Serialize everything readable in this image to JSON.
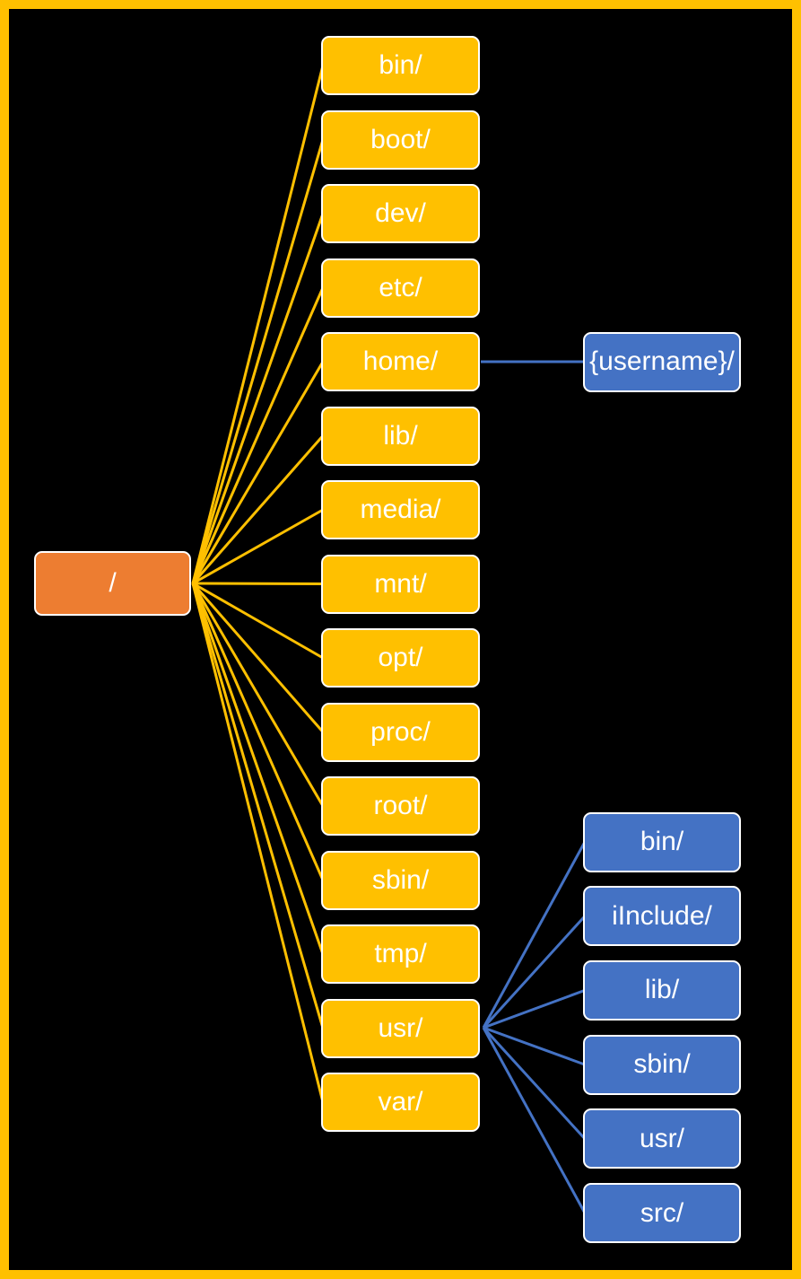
{
  "diagram": {
    "type": "tree",
    "description": "Linux filesystem hierarchy",
    "root": {
      "label": "/"
    },
    "root_children": [
      {
        "label": "bin/"
      },
      {
        "label": "boot/"
      },
      {
        "label": "dev/"
      },
      {
        "label": "etc/"
      },
      {
        "label": "home/"
      },
      {
        "label": "lib/"
      },
      {
        "label": "media/"
      },
      {
        "label": "mnt/"
      },
      {
        "label": "opt/"
      },
      {
        "label": "proc/"
      },
      {
        "label": "root/"
      },
      {
        "label": "sbin/"
      },
      {
        "label": "tmp/"
      },
      {
        "label": "usr/"
      },
      {
        "label": "var/"
      }
    ],
    "home_child": {
      "label": "{username}/",
      "parent": "home/"
    },
    "usr_children": [
      {
        "label": "bin/"
      },
      {
        "label": "iInclude/"
      },
      {
        "label": "lib/"
      },
      {
        "label": "sbin/"
      },
      {
        "label": "usr/"
      },
      {
        "label": "src/"
      }
    ],
    "colors": {
      "background": "#000000",
      "frame": "#FFC000",
      "root_fill": "#ED7D31",
      "level1_fill": "#FFC000",
      "level2_fill": "#4472C4",
      "node_border": "#FFFFFF",
      "text": "#FFFFFF",
      "connector_level1": "#FFC000",
      "connector_level2": "#4472C4"
    }
  }
}
